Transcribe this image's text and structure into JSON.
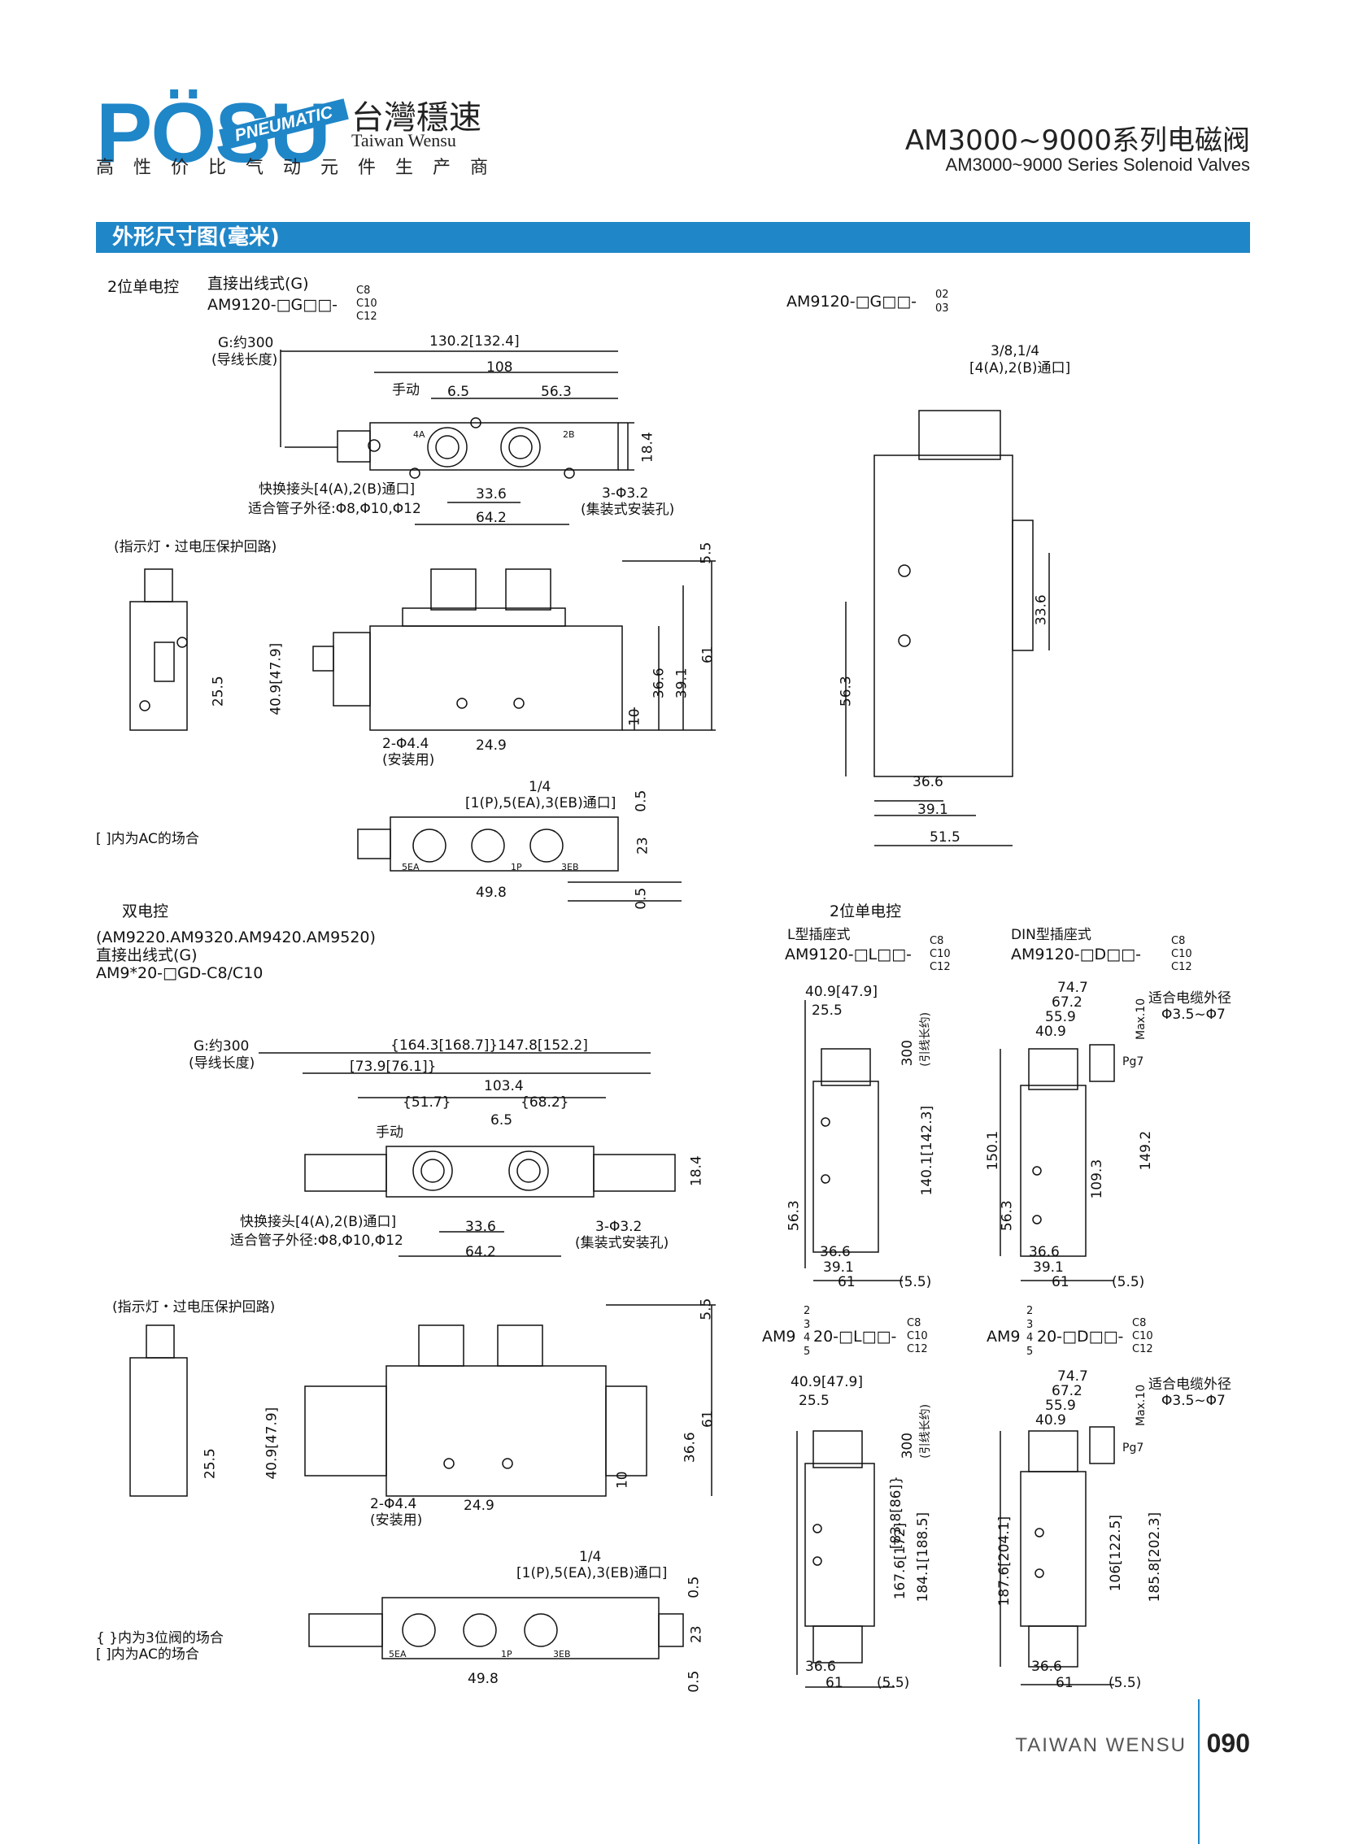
{
  "header": {
    "logo_text": "PÖSU",
    "logo_ribbon": "PNEUMATIC",
    "brand_cn": "台灣穩速",
    "brand_en": "Taiwan Wensu",
    "slogan": "高性价比气动元件生产商",
    "title_cn": "AM3000~9000系列电磁阀",
    "title_en": "AM3000~9000 Series Solenoid Valves",
    "section_bar": "外形尺寸图(毫米)"
  },
  "section1": {
    "title": "2位单电控",
    "subtitle": "直接出线式(G)",
    "model": "AM9120-□G□□-",
    "variants": [
      "C8",
      "C10",
      "C12"
    ],
    "side_model": "AM9120-□G□□-",
    "side_variants": [
      "02",
      "03"
    ],
    "lead_label": "G:约300",
    "lead_label2": "(导线长度)",
    "manual": "手动",
    "quick_joint": "快换接头[4(A),2(B)通口]",
    "tube_od": "适合管子外径:Φ8,Φ10,Φ12",
    "holes3": "3-Φ3.2",
    "holes3b": "(集装式安装孔)",
    "indicator": "(指示灯・过电压保护回路)",
    "mount_holes": "2-Φ4.4",
    "mount_label": "(安装用)",
    "port_label_top": "1/4",
    "port_label": "[1(P),5(EA),3(EB)通口]",
    "note": "[ ]内为AC的场合",
    "port_spec": "3/8,1/4",
    "port_spec2": "[4(A),2(B)通口]",
    "dims": {
      "d130": "130.2[132.4]",
      "d108": "108",
      "d65": "6.5",
      "d563": "56.3",
      "d184": "18.4",
      "d336": "33.6",
      "d642": "64.2",
      "d55": "5.5",
      "d61": "61",
      "d391": "39.1",
      "d366": "36.6",
      "d10": "10",
      "d409": "40.9[47.9]",
      "d255": "25.5",
      "d249": "24.9",
      "d05": "0.5",
      "d23": "23",
      "d498": "49.8",
      "d515": "51.5"
    },
    "port_tags": [
      "4A",
      "2B",
      "5EA",
      "1P",
      "3EB"
    ]
  },
  "section2": {
    "title": "双电控",
    "models": "(AM9220.AM9320.AM9420.AM9520)",
    "subtitle": "直接出线式(G)",
    "model": "AM9*20-□GD-C8/C10",
    "dims": {
      "d164": "{164.3[168.7]}147.8[152.2]",
      "d739": "[73.9[76.1]}",
      "d1034": "103.4",
      "d517": "{51.7}",
      "d682": "{68.2}"
    },
    "note1": "{ }内为3位阀的场合",
    "note2": "[ ]内为AC的场合"
  },
  "section3": {
    "title": "2位单电控",
    "l_type": "L型插座式",
    "l_model": "AM9120-□L□□-",
    "din_type": "DIN型插座式",
    "din_model": "AM9120-□D□□-",
    "variants": [
      "C8",
      "C10",
      "C12"
    ],
    "cable": "适合电缆外径",
    "cable_range": "Φ3.5~Φ7",
    "lead": "300",
    "lead_label": "(引线长约)",
    "pg7": "Pg7",
    "max10": "Max.10",
    "dims": {
      "d747": "74.7",
      "d672": "67.2",
      "d559": "55.9",
      "d409": "40.9",
      "d1501": "150.1",
      "d1492": "149.2",
      "d1093": "109.3",
      "d563": "56.3",
      "d1401": "140.1[142.3]",
      "d55": "(5.5)"
    }
  },
  "section4": {
    "l_model_pre": "AM9",
    "l_model_post": "20-□L□□-",
    "din_model_post": "20-□D□□-",
    "digits": [
      "2",
      "3",
      "4",
      "5"
    ],
    "dims": {
      "d838": "[83.8[86]}",
      "d1676": "167.6[172]",
      "d1841": "184.1[188.5]",
      "d1876": "187.6[204.1]",
      "d106": "106[122.5]",
      "d1858": "185.8[202.3]"
    }
  },
  "footer": {
    "brand": "TAIWAN WENSU",
    "page": "090"
  }
}
